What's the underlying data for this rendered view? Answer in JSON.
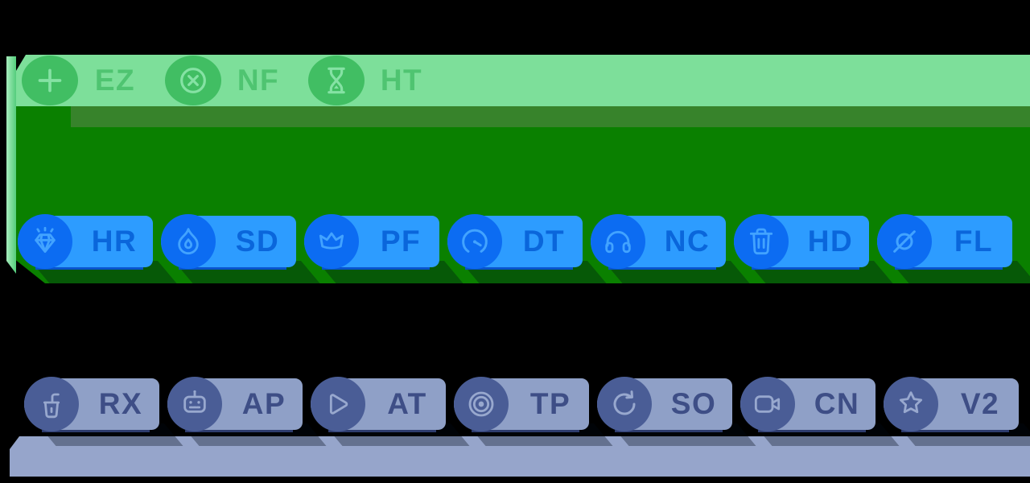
{
  "canvas": {
    "background": "#000000"
  },
  "backgrounds": {
    "top_band_color": "#7DDF9A",
    "left_strip_color_outer": "#A6ECBC",
    "left_strip_color_inner": "#54CD7C",
    "green_block_color": "#0A8000",
    "green_stripe_color": "#37832B",
    "bottom_bar_color": "#96A5CB"
  },
  "rows": [
    {
      "name": "green-chip-row",
      "palette": {
        "body": "transparent",
        "circle": "#41BE63",
        "icon": "#85E2A4",
        "label": "#4FC471",
        "underline": "transparent"
      },
      "items": [
        {
          "label": "EZ",
          "icon": "plus-icon"
        },
        {
          "label": "NF",
          "icon": "x-circle-icon"
        },
        {
          "label": "HT",
          "icon": "hourglass-icon"
        }
      ]
    },
    {
      "name": "blue-chip-row",
      "palette": {
        "body": "#2D9CFF",
        "circle": "#0C6CF2",
        "icon": "#42A3FF",
        "label": "#0A66DB",
        "underline": "#0953CC"
      },
      "items": [
        {
          "label": "HR",
          "icon": "gem-icon"
        },
        {
          "label": "SD",
          "icon": "flame-icon"
        },
        {
          "label": "PF",
          "icon": "crown-icon"
        },
        {
          "label": "DT",
          "icon": "gauge-icon"
        },
        {
          "label": "NC",
          "icon": "headphones-icon"
        },
        {
          "label": "HD",
          "icon": "trash-icon"
        },
        {
          "label": "FL",
          "icon": "eye-off-icon"
        }
      ]
    },
    {
      "name": "slate-chip-row",
      "palette": {
        "body": "#8FA0C7",
        "circle": "#4A5D96",
        "icon": "#98A8CE",
        "label": "#3E4E86",
        "underline": "#2E3C6E"
      },
      "items": [
        {
          "label": "RX",
          "icon": "drink-icon"
        },
        {
          "label": "AP",
          "icon": "robot-icon"
        },
        {
          "label": "AT",
          "icon": "play-icon"
        },
        {
          "label": "TP",
          "icon": "target-icon"
        },
        {
          "label": "SO",
          "icon": "refresh-icon"
        },
        {
          "label": "CN",
          "icon": "video-camera-icon"
        },
        {
          "label": "V2",
          "icon": "star-icon"
        }
      ]
    }
  ]
}
